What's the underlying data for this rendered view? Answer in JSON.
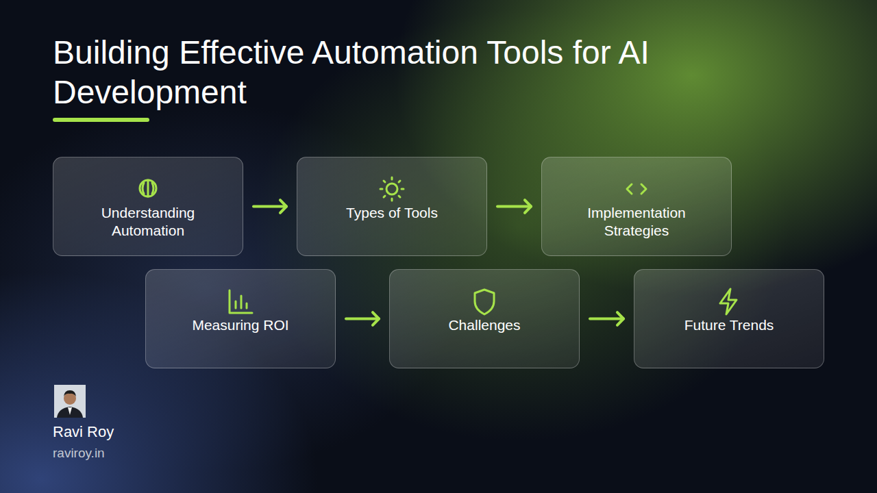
{
  "diagram": {
    "title": "Building Effective Automation Tools for AI Development",
    "nodes": [
      {
        "text": [
          "Understanding Automation"
        ]
      },
      {
        "text": [
          "Types of Tools"
        ]
      },
      {
        "text": [
          "Implementation Strategies"
        ]
      },
      {
        "text": [
          "Measuring ROI"
        ]
      },
      {
        "text": [
          "Challenges"
        ]
      },
      {
        "text": [
          "Future Trends"
        ]
      }
    ],
    "edges": [
      {
        "from": 0,
        "to": 1,
        "arrow": "to"
      },
      {
        "from": 1,
        "to": 2,
        "arrow": "to"
      },
      {
        "from": 3,
        "to": 4,
        "arrow": "to"
      },
      {
        "from": 4,
        "to": 5,
        "arrow": "to"
      }
    ],
    "labels": [
      "Ravi Roy",
      "raviroy.in"
    ]
  }
}
